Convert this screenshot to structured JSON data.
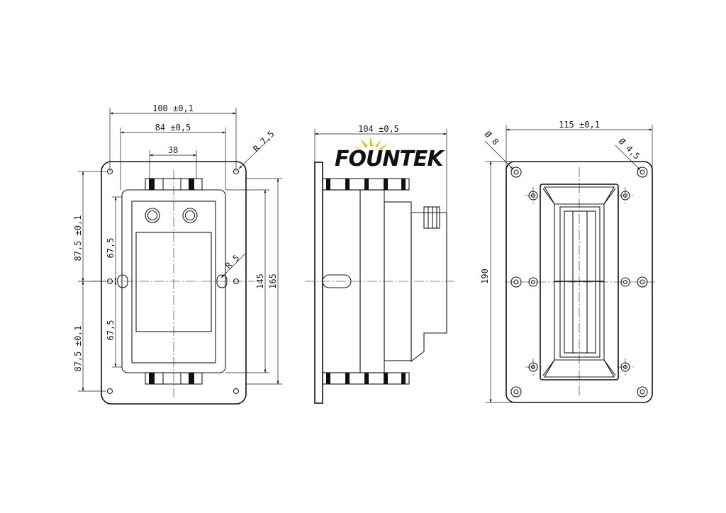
{
  "brand": {
    "logo_text": "FOUNTEK",
    "colors": {
      "line": "#1a1a1a",
      "logo": "#111111",
      "logo_accent": "#f2b705",
      "background": "#ffffff"
    }
  },
  "front_view": {
    "dims": {
      "width_outer": "100 ±0,1",
      "width_inner": "84 ±0,5",
      "terminal_spacing": "38",
      "corner_radius": "R 7,5",
      "slot_radius": "R 5",
      "half_height_top": "87,5 ±0,1",
      "half_height_bottom": "87,5 ±0,1",
      "inner_half_top": "67,5",
      "inner_half_bottom": "67,5",
      "body_height": "145",
      "total_height": "165"
    }
  },
  "side_view": {
    "dims": {
      "depth": "104 ±0,5"
    }
  },
  "rear_view": {
    "dims": {
      "width": "115 ±0,1",
      "hole_large": "Ø 8",
      "hole_small": "Ø 4,5",
      "height": "190"
    }
  }
}
